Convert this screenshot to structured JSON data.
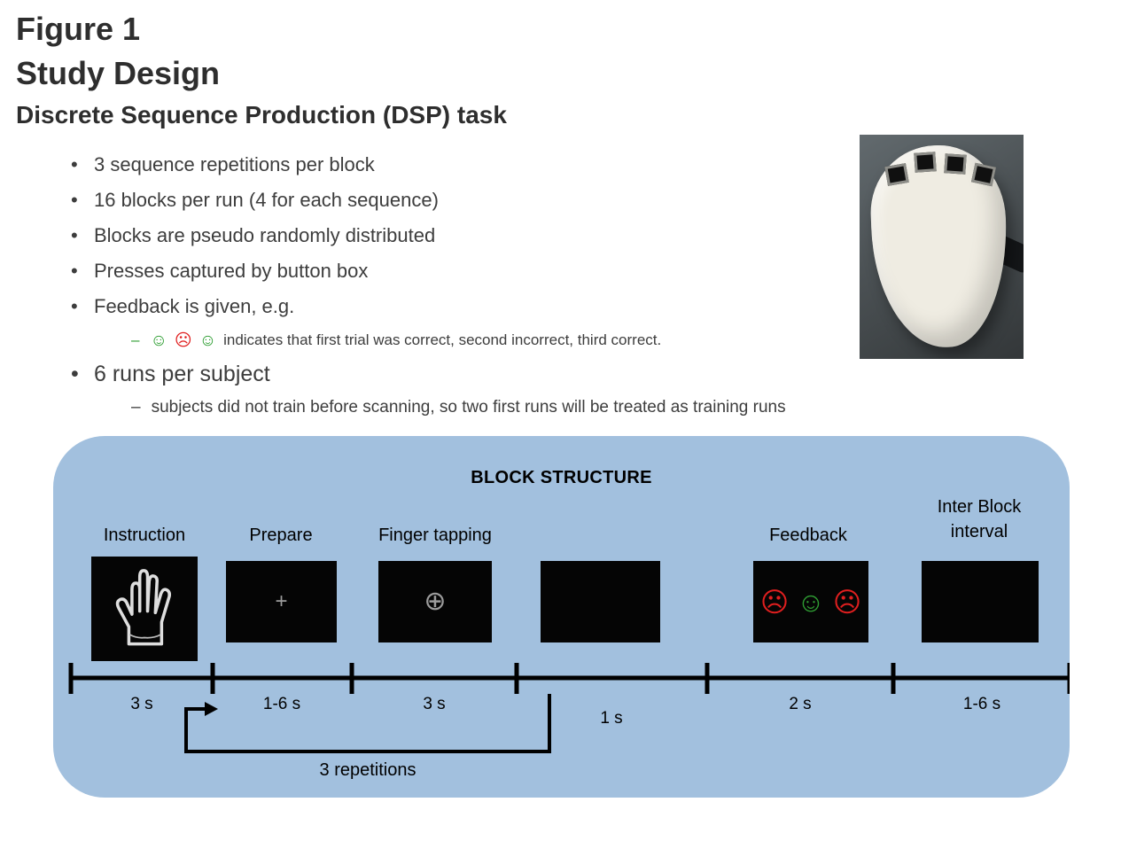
{
  "figure": {
    "number": "Figure 1",
    "title": "Study Design",
    "subtitle": "Discrete Sequence Production (DSP) task"
  },
  "bullets": {
    "marker": "•",
    "dash": "–",
    "items": [
      "3 sequence repetitions per block",
      "16 blocks per run (4 for each sequence)",
      "Blocks are pseudo randomly distributed",
      "Presses captured by button box",
      "Feedback is given, e.g."
    ],
    "feedback_example": {
      "faces": [
        {
          "glyph": "☺",
          "meaning": "correct"
        },
        {
          "glyph": "☹",
          "meaning": "incorrect"
        },
        {
          "glyph": "☺",
          "meaning": "correct"
        }
      ],
      "text": "indicates that first trial was correct, second incorrect, third correct."
    },
    "runs_item": "6 runs per subject",
    "runs_note": "subjects did not train before scanning, so two first runs will be treated as training runs"
  },
  "block_structure": {
    "title": "BLOCK STRUCTURE",
    "stages": [
      {
        "label": "Instruction",
        "duration": "3 s"
      },
      {
        "label": "Prepare",
        "duration": "1-6 s"
      },
      {
        "label": "Finger tapping",
        "duration": "3 s"
      },
      {
        "label": "",
        "duration": "1 s"
      },
      {
        "label": "Feedback",
        "duration": "2 s"
      },
      {
        "label": "Inter Block interval",
        "duration": "1-6 s"
      }
    ],
    "screens": {
      "prepare_symbol": "+",
      "tapping_symbol": "⊕",
      "feedback_faces": [
        {
          "glyph": "☹",
          "meaning": "incorrect"
        },
        {
          "glyph": "☺",
          "meaning": "correct"
        },
        {
          "glyph": "☹",
          "meaning": "incorrect"
        }
      ]
    },
    "repetition_label": "3 repetitions"
  },
  "colors": {
    "panel-blue": "#a2c0de",
    "correct-green": "#2f9e33",
    "incorrect-red": "#e01f1f",
    "screen-black": "#050505",
    "symbol-gray": "#9c9c9c"
  }
}
